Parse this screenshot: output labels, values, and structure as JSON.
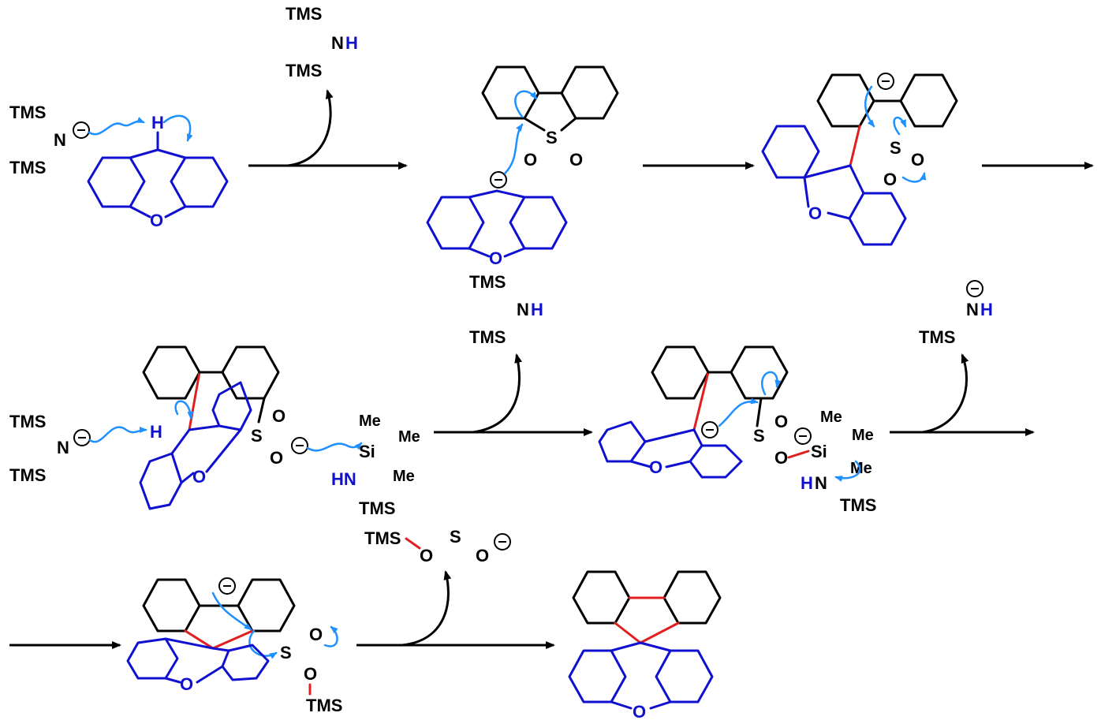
{
  "colors": {
    "bond": "#000000",
    "xanthene": "#1010d0",
    "new_bond": "#e02020",
    "electron_arrow": "#1e90ff"
  },
  "labels": {
    "tms": "TMS",
    "n": "N",
    "nh": "NH",
    "hn": "HN",
    "h": "H",
    "o": "O",
    "s": "S",
    "si": "Si",
    "me": "Me",
    "minus": "−"
  }
}
